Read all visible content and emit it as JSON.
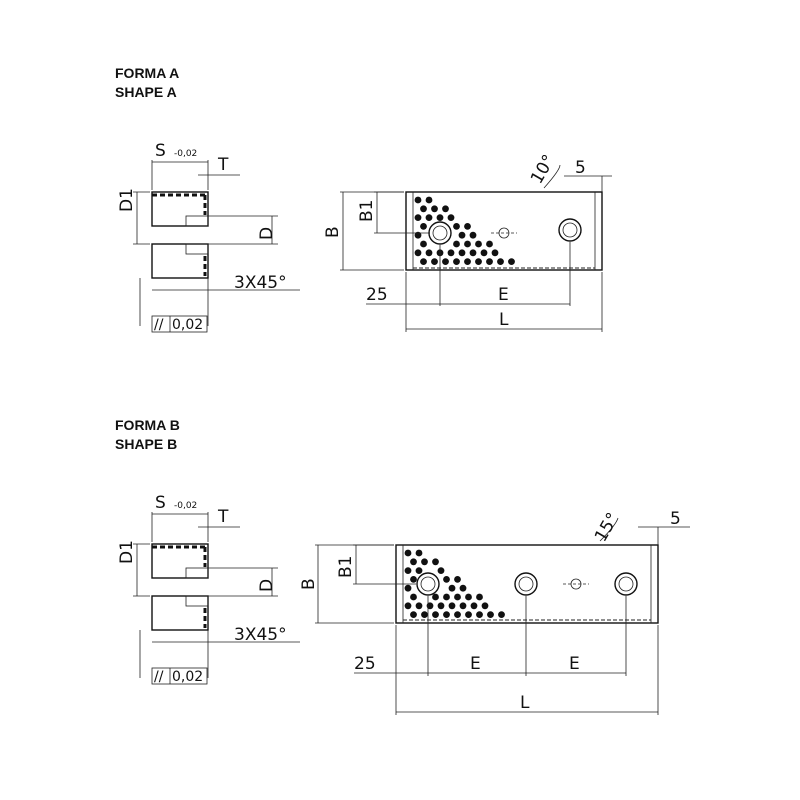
{
  "shape_a": {
    "title_it": "FORMA A",
    "title_en": "SHAPE A",
    "label_s": "S",
    "label_tol": "-0,02",
    "label_t": "T",
    "label_d1": "D1",
    "label_d": "D",
    "label_chamfer": "3X45°",
    "label_parallel": "//",
    "label_parallel_val": "0,02",
    "label_b": "B",
    "label_b1": "B1",
    "label_angle": "10°",
    "label_5": "5",
    "label_25": "25",
    "label_e": "E",
    "label_l": "L"
  },
  "shape_b": {
    "title_it": "FORMA B",
    "title_en": "SHAPE B",
    "label_s": "S",
    "label_tol": "-0,02",
    "label_t": "T",
    "label_d1": "D1",
    "label_d": "D",
    "label_chamfer": "3X45°",
    "label_parallel": "//",
    "label_parallel_val": "0,02",
    "label_b": "B",
    "label_b1": "B1",
    "label_angle": "15°",
    "label_5": "5",
    "label_25": "25",
    "label_e1": "E",
    "label_e2": "E",
    "label_l": "L"
  }
}
